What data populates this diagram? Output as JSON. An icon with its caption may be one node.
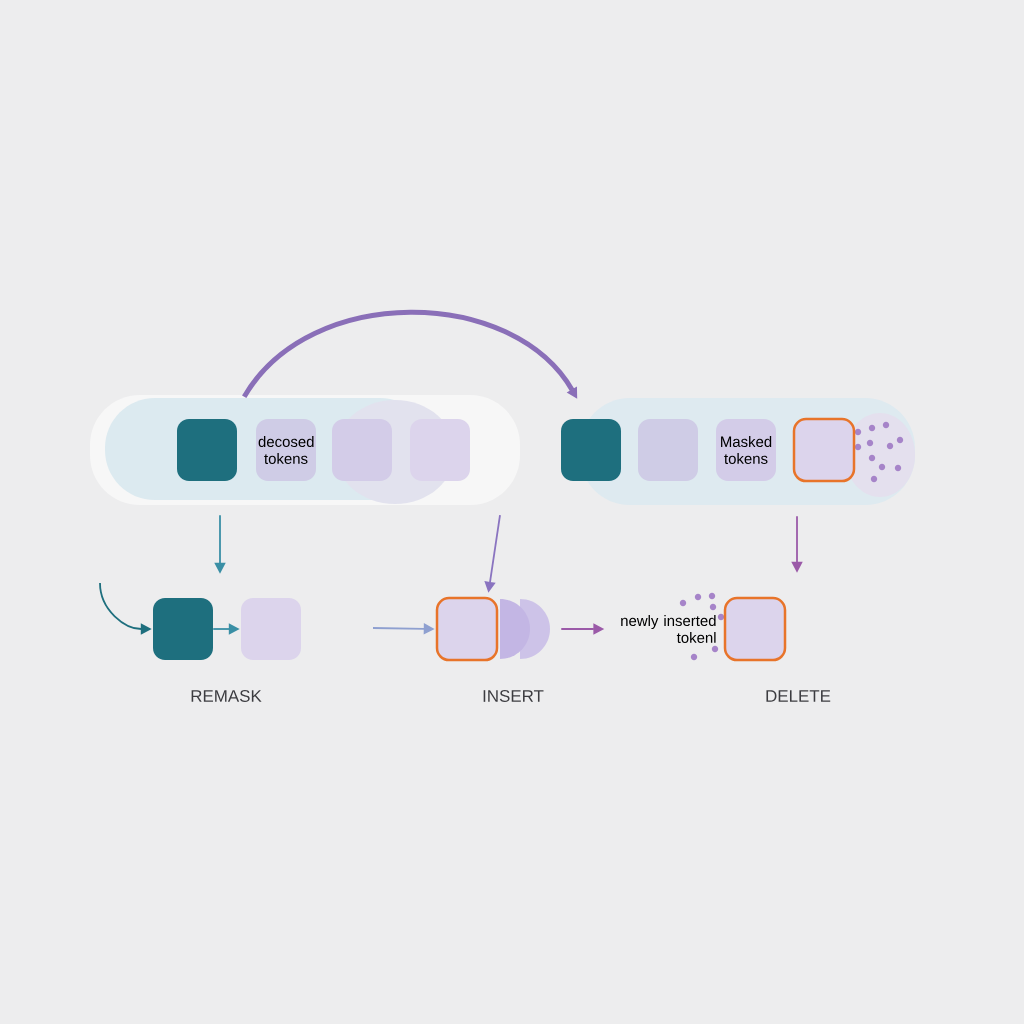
{
  "diagram": {
    "nodes": [
      {
        "text": [],
        "shape": "box"
      },
      {
        "text": [
          "decosed tokens"
        ]
      },
      {
        "text": [],
        "shape": "box"
      },
      {
        "text": [],
        "shape": "box"
      },
      {
        "text": [],
        "shape": "box"
      },
      {
        "text": [],
        "shape": "box"
      },
      {
        "text": [
          "Masked tokens"
        ]
      },
      {
        "text": [],
        "shape": "box"
      },
      {
        "text": [],
        "shape": "box"
      },
      {
        "text": [],
        "shape": "box"
      },
      {
        "text": [],
        "shape": "box"
      },
      {
        "text": [
          "newly inserted tokenl"
        ]
      },
      {
        "text": [],
        "shape": "box"
      }
    ],
    "edges": [
      {
        "from": 0,
        "to": 4,
        "arrow": "to",
        "style": "thick",
        "color": "#8a6fb8"
      },
      {
        "from": 0,
        "to": 8,
        "arrow": "to",
        "color": "#3a8fa5"
      },
      {
        "from": null,
        "to": 10,
        "arrow": "to",
        "color": "#8a74c0"
      },
      {
        "from": 7,
        "to": 12,
        "arrow": "to",
        "color": "#9b5aa8"
      },
      {
        "from": null,
        "to": 8,
        "arrow": "to",
        "color": "#1e6f7e"
      },
      {
        "from": 8,
        "to": 9,
        "arrow": "to",
        "color": "#3a8fa5"
      },
      {
        "from": null,
        "to": 10,
        "arrow": "to",
        "color": "#8fa0d0"
      },
      {
        "from": 10,
        "to": 11,
        "arrow": "to",
        "color": "#9b5aa8"
      }
    ],
    "labels": [
      "REMASK",
      "INSERT",
      "DELETE"
    ]
  }
}
